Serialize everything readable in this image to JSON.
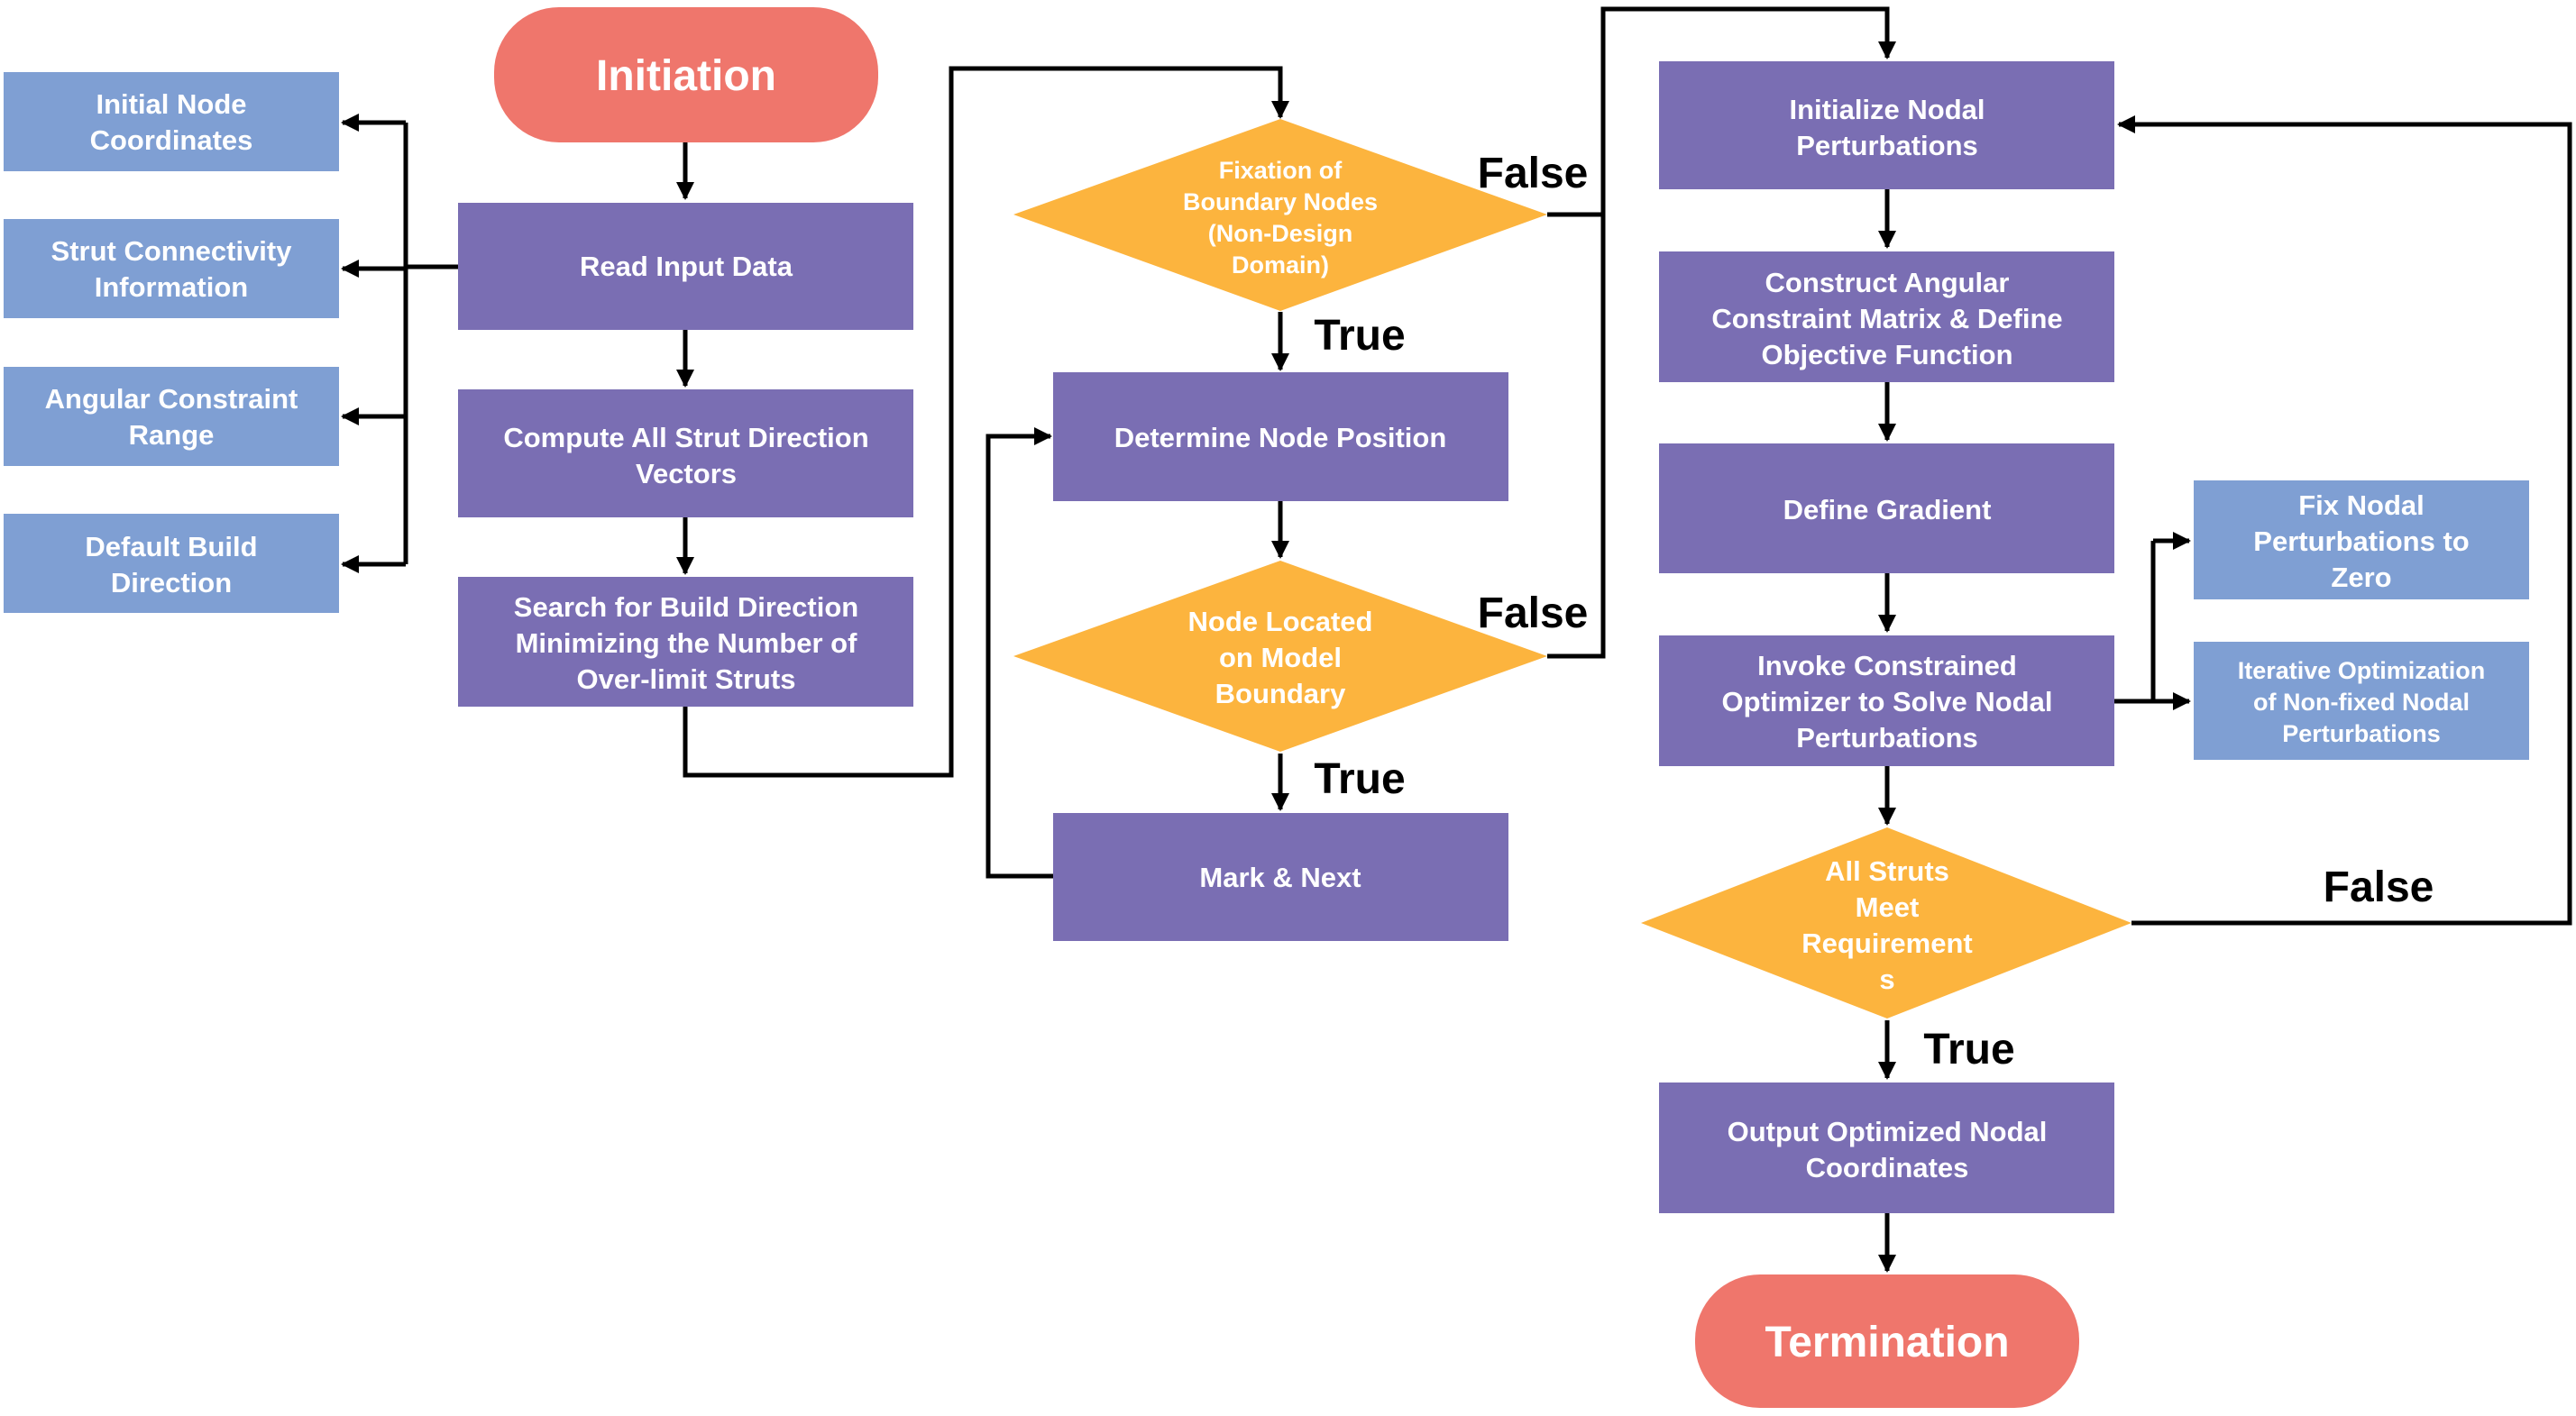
{
  "colors": {
    "process": "#7a6eb3",
    "input_box": "#7f9fd3",
    "decision": "#fcb43e",
    "terminal": "#ef766c",
    "arrow": "#000000"
  },
  "nodes": {
    "initiation": "Initiation",
    "read_input": "Read Input Data",
    "compute_vectors": [
      "Compute All Strut Direction",
      "Vectors"
    ],
    "search_build": [
      "Search for Build Direction",
      "Minimizing the Number of",
      "Over-limit Struts"
    ],
    "initial_coords": [
      "Initial Node",
      "Coordinates"
    ],
    "strut_conn": [
      "Strut Connectivity",
      "Information"
    ],
    "angular_range": [
      "Angular Constraint",
      "Range"
    ],
    "default_build": [
      "Default Build",
      "Direction"
    ],
    "fixation": [
      "Fixation of",
      "Boundary Nodes",
      "(Non-Design",
      "Domain)"
    ],
    "determine_pos": "Determine Node Position",
    "node_boundary": [
      "Node Located",
      "on Model",
      "Boundary"
    ],
    "mark_next": "Mark & Next",
    "init_perturb": [
      "Initialize Nodal",
      "Perturbations"
    ],
    "construct_matrix": [
      "Construct Angular",
      "Constraint Matrix & Define",
      "Objective Function"
    ],
    "define_gradient": "Define Gradient",
    "invoke_optimizer": [
      "Invoke Constrained",
      "Optimizer to Solve Nodal",
      "Perturbations"
    ],
    "fix_zero": [
      "Fix Nodal",
      "Perturbations to",
      "Zero"
    ],
    "iterative_opt": [
      "Iterative Optimization",
      "of Non-fixed Nodal",
      "Perturbations"
    ],
    "all_struts": [
      "All Struts",
      "Meet",
      "Requirement",
      "s"
    ],
    "output_coords": [
      "Output Optimized Nodal",
      "Coordinates"
    ],
    "termination": "Termination"
  },
  "edge_labels": {
    "fixation_false": "False",
    "fixation_true": "True",
    "boundary_false": "False",
    "boundary_true": "True",
    "struts_false": "False",
    "struts_true": "True"
  }
}
